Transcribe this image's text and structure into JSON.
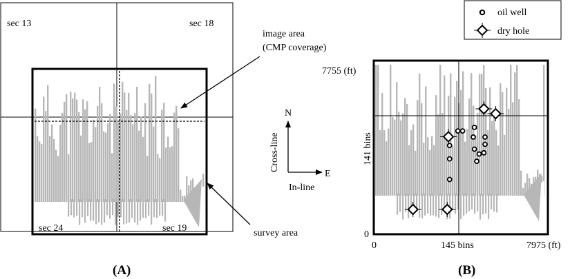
{
  "colors": {
    "coverage": "#b7b7b7",
    "ink": "#000000",
    "background": "#ffffff"
  },
  "panel_a": {
    "caption": "(A)",
    "sections": {
      "top_left": "sec 13",
      "top_right": "sec 18",
      "bottom_left": "sec 24",
      "bottom_right": "sec 19"
    },
    "image_area_label": {
      "line1": "image area",
      "line2": "(CMP coverage)"
    },
    "survey_area_label": "survey area"
  },
  "compass": {
    "north": "N",
    "east": "E",
    "cross_line": "Cross-line",
    "in_line": "In-line"
  },
  "panel_b": {
    "caption": "(B)",
    "y_top_label": "7755 (ft)",
    "y_zero_label": "0",
    "y_bins_label": "141 bins",
    "x_zero_label": "0",
    "x_bins_label": "145 bins",
    "x_end_label": "7975 (ft)",
    "oil_wells": [
      {
        "in_line_bin": 63,
        "cross_line_bin": 27
      },
      {
        "in_line_bin": 63,
        "cross_line_bin": 44
      },
      {
        "in_line_bin": 63,
        "cross_line_bin": 55
      },
      {
        "in_line_bin": 70,
        "cross_line_bin": 67
      },
      {
        "in_line_bin": 74,
        "cross_line_bin": 67
      },
      {
        "in_line_bin": 84,
        "cross_line_bin": 70
      },
      {
        "in_line_bin": 83,
        "cross_line_bin": 62
      },
      {
        "in_line_bin": 84,
        "cross_line_bin": 52
      },
      {
        "in_line_bin": 86,
        "cross_line_bin": 42
      },
      {
        "in_line_bin": 88,
        "cross_line_bin": 48
      },
      {
        "in_line_bin": 92,
        "cross_line_bin": 49
      },
      {
        "in_line_bin": 93,
        "cross_line_bin": 56
      },
      {
        "in_line_bin": 93,
        "cross_line_bin": 62
      }
    ],
    "dry_holes": [
      {
        "in_line_bin": 62,
        "cross_line_bin": 60
      },
      {
        "in_line_bin": 92,
        "cross_line_bin": 83
      },
      {
        "in_line_bin": 102,
        "cross_line_bin": 79
      },
      {
        "in_line_bin": 32,
        "cross_line_bin": 0
      },
      {
        "in_line_bin": 61,
        "cross_line_bin": 0
      }
    ]
  },
  "legend": {
    "oil_well": "oil well",
    "dry_hole": "dry hole"
  }
}
